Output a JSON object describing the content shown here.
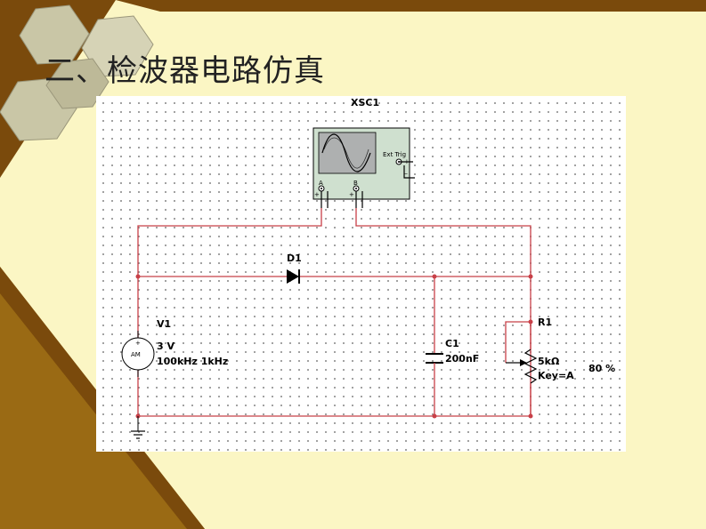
{
  "slide": {
    "title": "二、检波器电路仿真",
    "colors": {
      "background": "#fbf6c4",
      "accent_band": "#7a4a0c",
      "wire": "#c84048",
      "screen": "#aeb0b0",
      "scope_body": "#cfe0cf"
    }
  },
  "schematic": {
    "oscilloscope": {
      "label": "XSC1",
      "ext_trig": "Ext Trig",
      "channel_a": "A",
      "channel_b": "B",
      "plus": "+",
      "minus": "_",
      "icon": "oscilloscope-icon"
    },
    "source": {
      "name": "V1",
      "value": "3 V",
      "freq": "100kHz 1kHz",
      "symbol": "AM",
      "plus": "+"
    },
    "diode": {
      "name": "D1"
    },
    "capacitor": {
      "name": "C1",
      "value": "200nF"
    },
    "potentiometer": {
      "name": "R1",
      "value": "5kΩ",
      "key": "Key=A",
      "percent": "80 %"
    },
    "ground": {
      "icon": "ground-icon"
    }
  }
}
